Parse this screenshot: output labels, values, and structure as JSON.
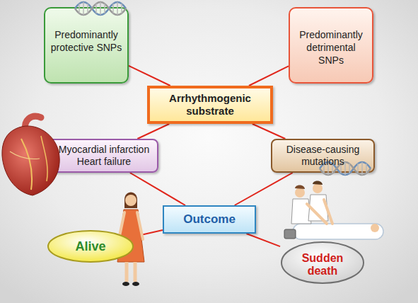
{
  "diagram": {
    "nodes": [
      {
        "text": [
          "Predominantly protective SNPs"
        ]
      },
      {
        "text": [
          "Predominantly detrimental SNPs"
        ]
      },
      {
        "text": [
          "Arrhythmogenic substrate"
        ]
      },
      {
        "text": [
          "Myocardial infarction Heart failure"
        ]
      },
      {
        "text": [
          "Disease-causing mutations"
        ]
      },
      {
        "text": [
          "Outcome"
        ]
      },
      {
        "text": [
          "Alive"
        ]
      },
      {
        "text": [
          "Sudden death"
        ]
      }
    ],
    "edges": [
      {
        "from": 0,
        "to": 2,
        "arrow": "none"
      },
      {
        "from": 1,
        "to": 2,
        "arrow": "none"
      },
      {
        "from": 2,
        "to": 3,
        "arrow": "none"
      },
      {
        "from": 2,
        "to": 4,
        "arrow": "none"
      },
      {
        "from": 3,
        "to": 5,
        "arrow": "none"
      },
      {
        "from": 4,
        "to": 5,
        "arrow": "none"
      },
      {
        "from": 5,
        "to": 6,
        "arrow": "none"
      },
      {
        "from": 5,
        "to": 7,
        "arrow": "none"
      }
    ]
  }
}
